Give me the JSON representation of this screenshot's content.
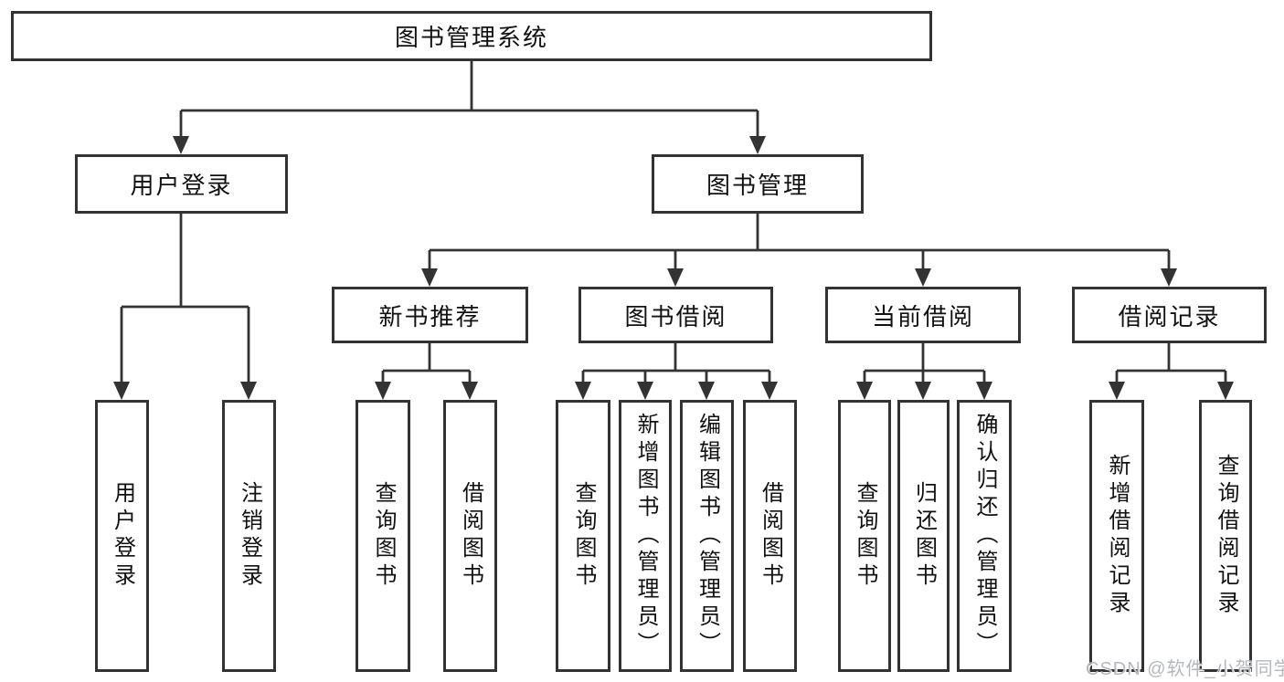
{
  "nodes": {
    "root": "图书管理系统",
    "user_login": "用户登录",
    "book_management": "图书管理",
    "new_book_recommend": "新书推荐",
    "book_borrowing": "图书借阅",
    "current_borrowing": "当前借阅",
    "borrowing_records": "借阅记录",
    "user_login_leaf": "用户登录",
    "logout_leaf": "注销登录",
    "nbr_query_books": "查询图书",
    "nbr_borrow_books": "借阅图书",
    "bb_query_books": "查询图书",
    "bb_add_books": "新增图书（管理员）",
    "bb_edit_books": "编辑图书（管理员）",
    "bb_borrow_books": "借阅图书",
    "cb_query_books": "查询图书",
    "cb_return_books": "归还图书",
    "cb_confirm_return": "确认归还（管理员）",
    "br_add_record": "新增借阅记录",
    "br_query_record": "查询借阅记录"
  },
  "watermark": "CSDN @软件_小贺同学",
  "colors": {
    "line": "#333333",
    "box_border": "#333333",
    "text": "#111111",
    "watermark": "#b4b8bc"
  }
}
